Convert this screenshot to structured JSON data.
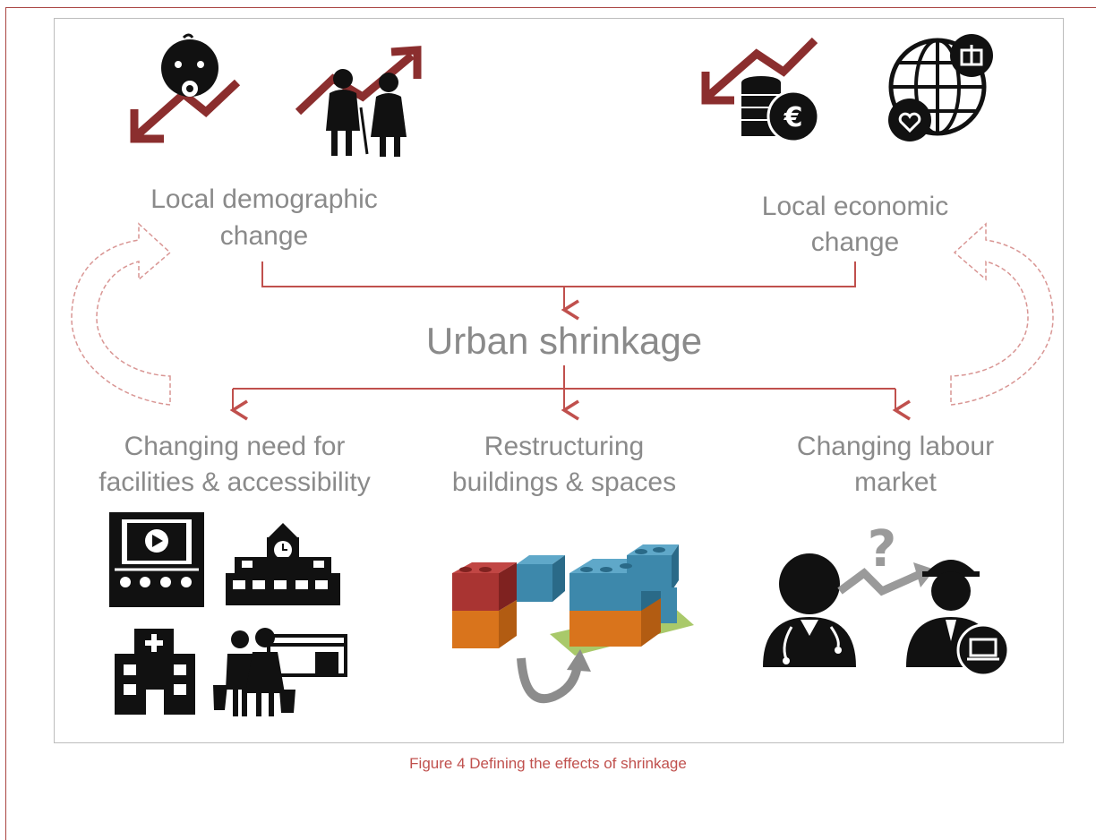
{
  "diagram": {
    "top_left_label": [
      "Local demographic",
      "change"
    ],
    "top_right_label": [
      "Local economic",
      "change"
    ],
    "center_label": "Urban shrinkage",
    "bottom_labels": [
      [
        "Changing need for",
        "facilities & accessibility"
      ],
      [
        "Restructuring",
        "buildings & spaces"
      ],
      [
        "Changing labour",
        "market"
      ]
    ],
    "colors": {
      "arrow": "#c0504d",
      "dark_arrow": "#8b2e2e",
      "label": "#8a8a8a",
      "icon": "#111111",
      "block_red": "#a93432",
      "block_blue": "#3d88ab",
      "block_orange": "#d9741c",
      "green_plate": "#a9c96a"
    },
    "icons": [
      "baby-declining-icon",
      "elderly-rising-icon",
      "money-declining-icon",
      "globe-icon",
      "cinema-icon",
      "school-icon",
      "hospital-icon",
      "shopping-family-icon",
      "building-blocks-icon",
      "doctor-icon",
      "question-arrow-icon",
      "worker-icon"
    ]
  },
  "caption": "Figure 4 Defining the effects of shrinkage"
}
